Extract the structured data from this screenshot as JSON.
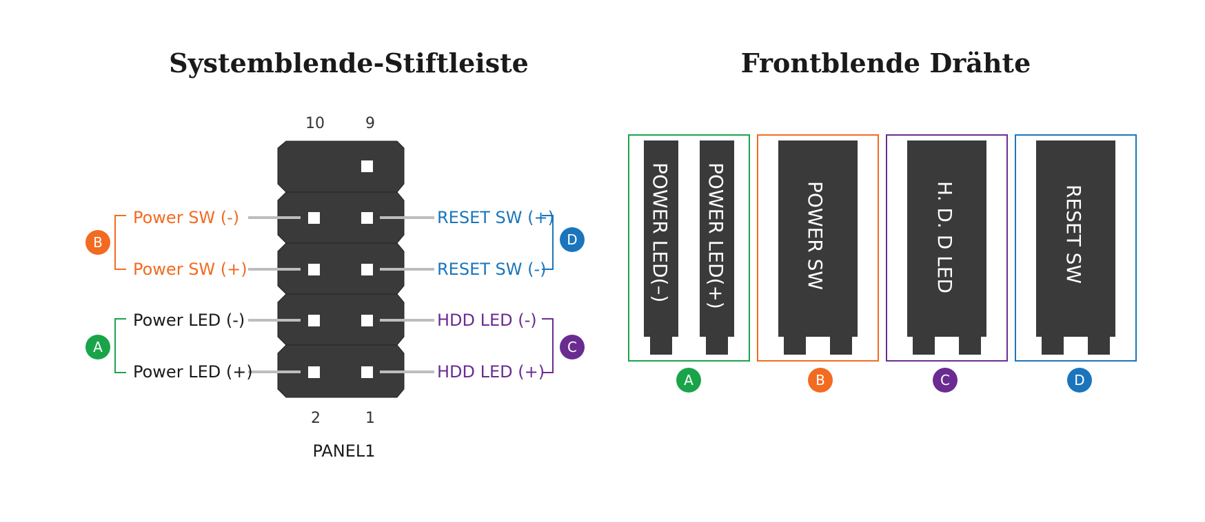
{
  "colors": {
    "A": "#1aa44a",
    "B": "#f26b21",
    "C": "#6a2c91",
    "D": "#1a75bc",
    "header_fill": "#3a3a3a",
    "lead_gray": "#bdbdbd",
    "text_dark": "#1a1a1a"
  },
  "left": {
    "title": "Systemblende-Stiftleiste",
    "top_numbers": [
      "10",
      "9"
    ],
    "bottom_numbers": [
      "2",
      "1"
    ],
    "panel_label": "PANEL1",
    "left_labels": [
      "Power SW (-)",
      "Power SW (+)",
      "Power LED (-)",
      "Power LED (+)"
    ],
    "right_labels": [
      "RESET SW (+)",
      "RESET SW (-)",
      "HDD LED (-)",
      "HDD LED (+)"
    ],
    "badges": [
      "A",
      "B",
      "C",
      "D"
    ]
  },
  "right": {
    "title": "Frontblende Drähte",
    "connectors": [
      {
        "group": "A",
        "labels": [
          "POWER LED(–)",
          "POWER LED(+)"
        ]
      },
      {
        "group": "B",
        "labels": [
          "POWER SW"
        ]
      },
      {
        "group": "C",
        "labels": [
          "H. D. D LED"
        ]
      },
      {
        "group": "D",
        "labels": [
          "RESET SW"
        ]
      }
    ]
  }
}
